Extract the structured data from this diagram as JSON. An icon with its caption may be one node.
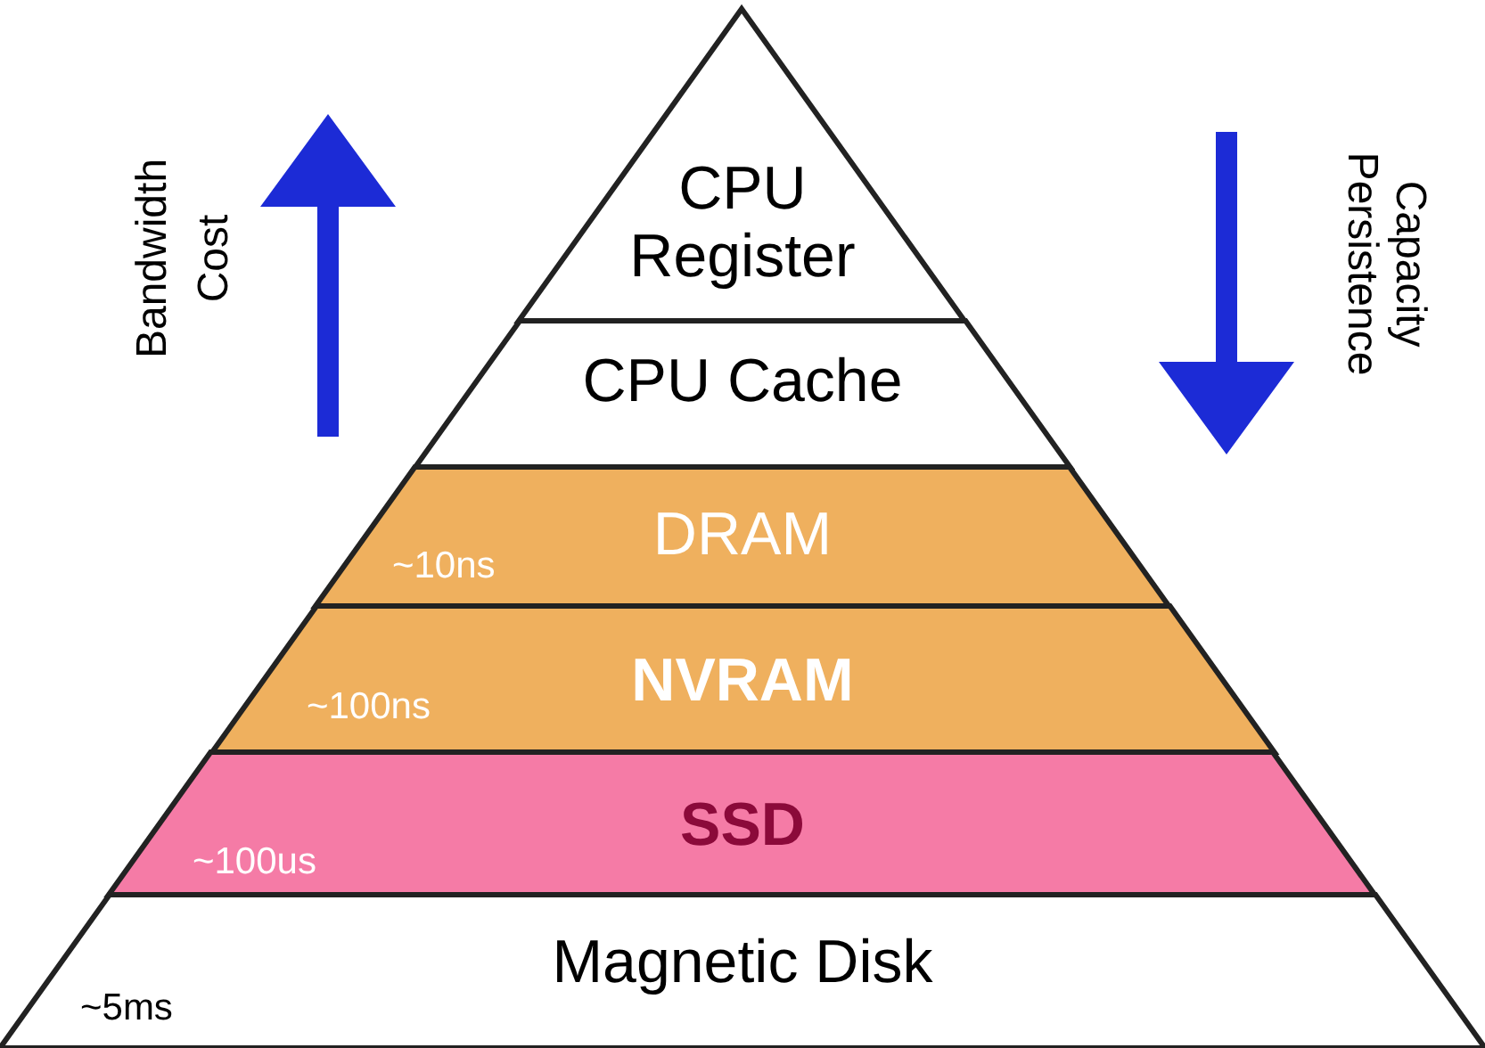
{
  "diagram": {
    "nodes": [
      {
        "text": [
          "CPU Register"
        ]
      },
      {
        "text": [
          "CPU Cache"
        ]
      },
      {
        "text": [
          "DRAM",
          "~10ns"
        ]
      },
      {
        "text": [
          "NVRAM",
          "~100ns"
        ]
      },
      {
        "text": [
          "SSD",
          "~100us"
        ]
      },
      {
        "text": [
          "Magnetic Disk",
          "~5ms"
        ]
      }
    ],
    "labels": [
      "Bandwidth",
      "Cost",
      "Capacity",
      "Persistence"
    ]
  }
}
